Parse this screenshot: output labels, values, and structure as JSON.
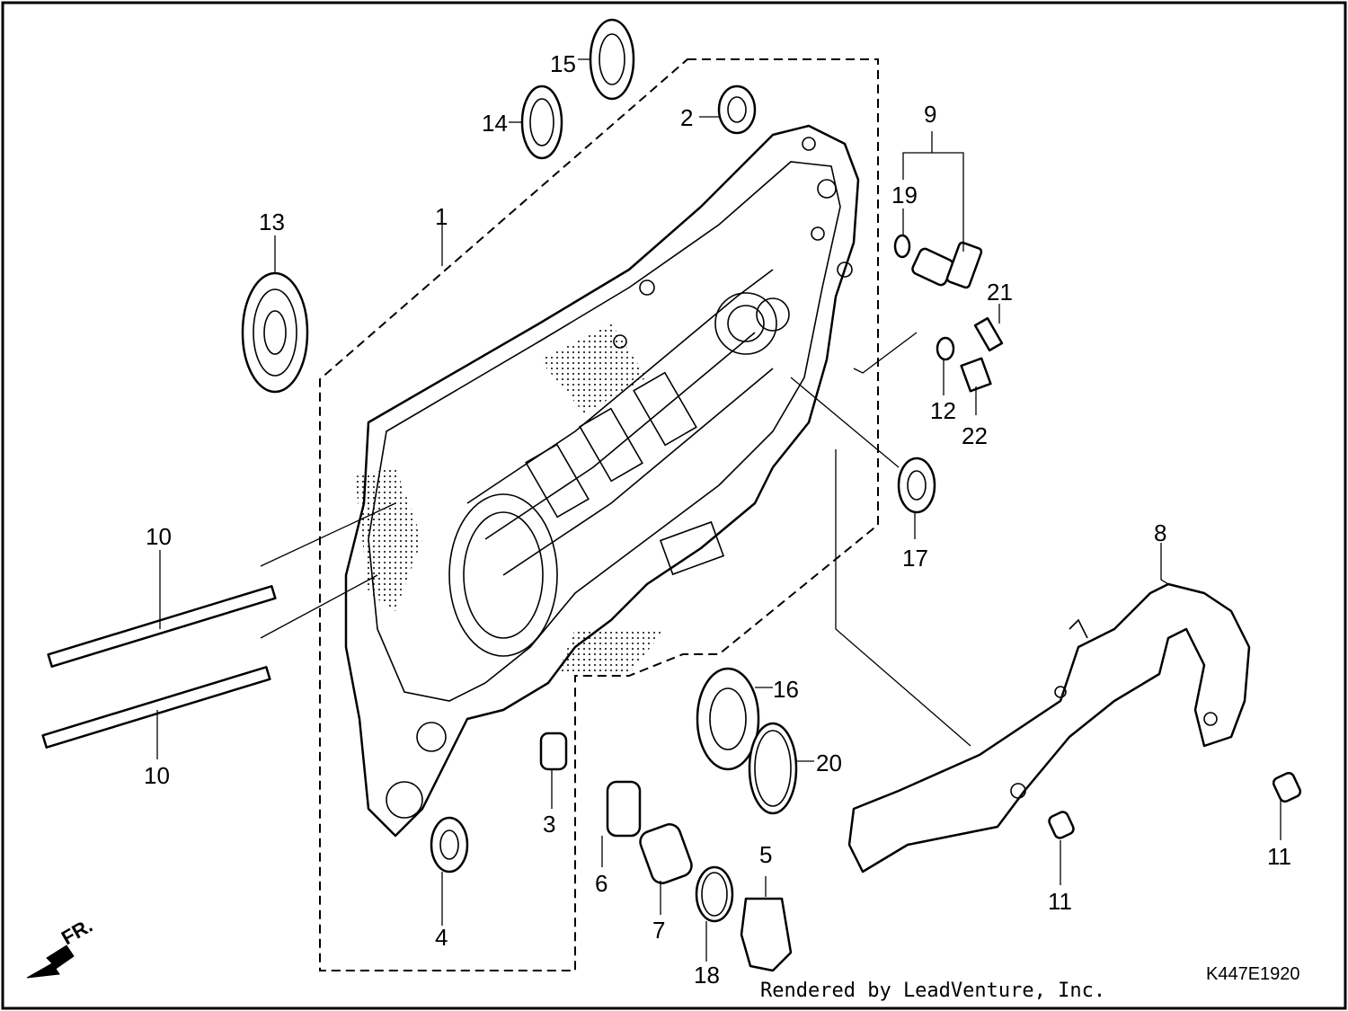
{
  "diagram": {
    "footer_credit": "Rendered by LeadVenture, Inc.",
    "drawing_code": "K447E1920",
    "direction_label": "FR.",
    "callouts": {
      "c1": "1",
      "c2": "2",
      "c3": "3",
      "c4": "4",
      "c5": "5",
      "c6": "6",
      "c7": "7",
      "c8": "8",
      "c9": "9",
      "c10a": "10",
      "c10b": "10",
      "c11a": "11",
      "c11b": "11",
      "c12": "12",
      "c13": "13",
      "c14": "14",
      "c15": "15",
      "c16": "16",
      "c17": "17",
      "c18": "18",
      "c19": "19",
      "c20": "20",
      "c21": "21",
      "c22": "22"
    }
  }
}
